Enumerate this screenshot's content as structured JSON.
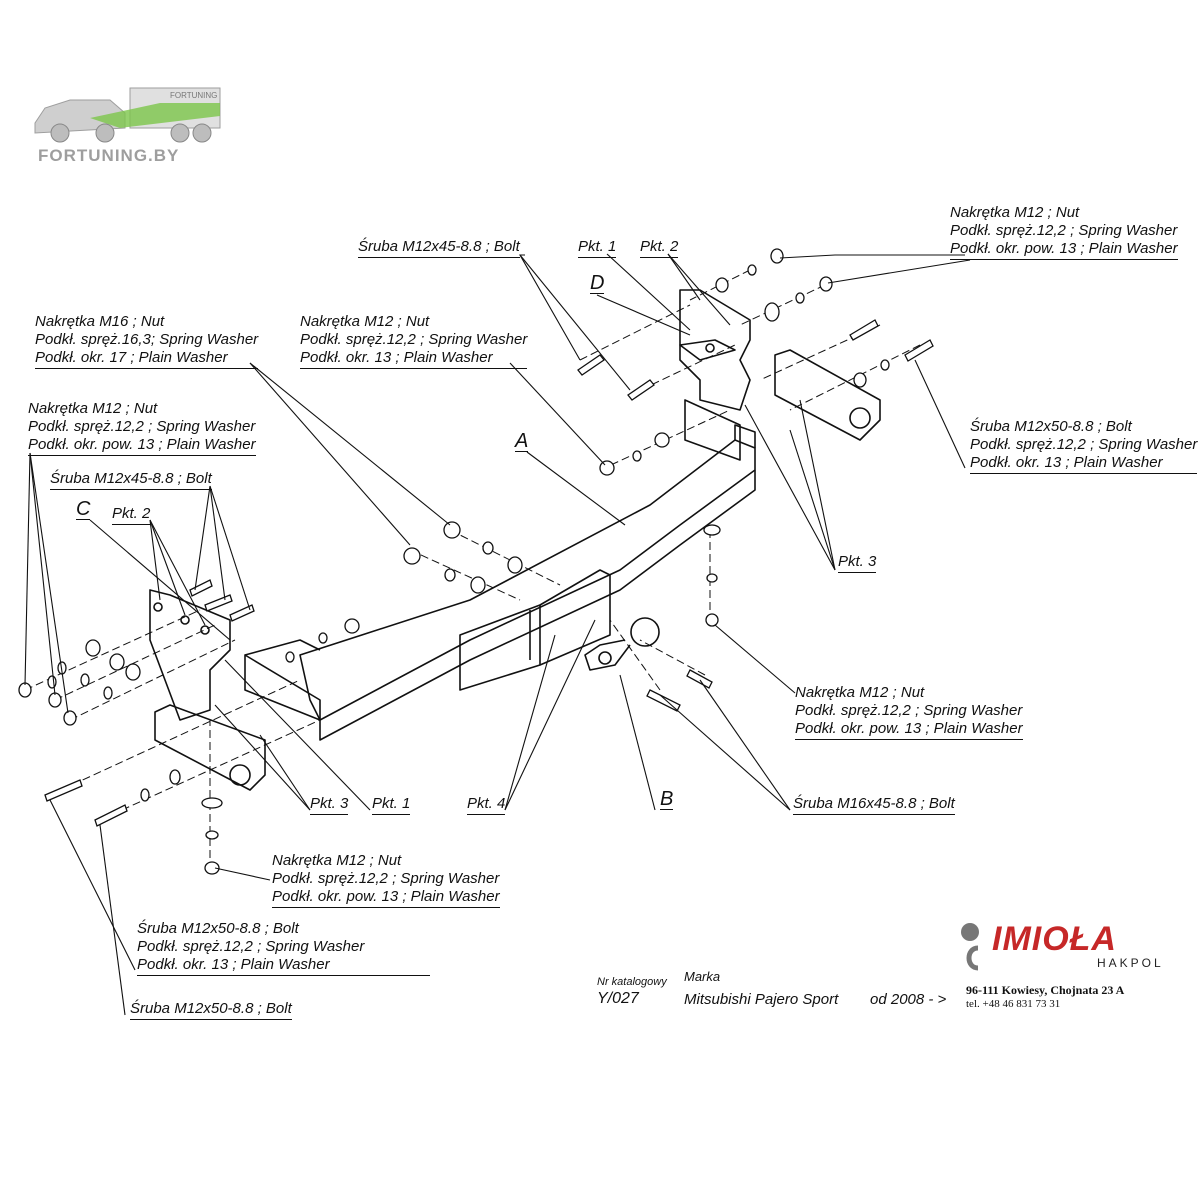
{
  "watermark": {
    "brand": "FORTUNING.BY",
    "truck_sign": "FORTUNING"
  },
  "callouts": {
    "nut_m12_top_right": [
      "Nakrętka  M12 ; Nut",
      "Podkł. spręż.12,2 ; Spring Washer",
      "Podkł. okr. pow. 13 ; Plain Washer"
    ],
    "bolt_m12x45_top": [
      "Śruba M12x45-8.8 ;  Bolt"
    ],
    "pkt1_top": "Pkt. 1",
    "pkt2_top": "Pkt. 2",
    "letter_d": "D",
    "nut_m16": [
      "Nakrętka  M16 ; Nut",
      "Podkł. spręż.16,3; Spring Washer",
      "Podkł. okr. 17 ; Plain Washer"
    ],
    "nut_m12_center": [
      "Nakrętka  M12 ; Nut",
      "Podkł. spręż.12,2 ; Spring Washer",
      "Podkł. okr. 13 ; Plain Washer"
    ],
    "nut_m12_left": [
      "Nakrętka  M12 ; Nut",
      "Podkł. spręż.12,2 ; Spring Washer",
      "Podkł. okr. pow. 13 ; Plain Washer"
    ],
    "bolt_m12x45_left": [
      "Śruba M12x45-8.8 ;  Bolt"
    ],
    "letter_c": "C",
    "pkt2_left": "Pkt. 2",
    "letter_a": "A",
    "bolt_m12x50_right": [
      "Śruba M12x50-8.8 ;  Bolt",
      "Podkł. spręż.12,2 ; Spring Washer",
      "Podkł. okr. 13 ; Plain Washer"
    ],
    "pkt3_right": "Pkt. 3",
    "nut_m12_right_mid": [
      "Nakrętka  M12 ; Nut",
      "Podkł. spręż.12,2 ; Spring Washer",
      "Podkł. okr. pow. 13 ; Plain Washer"
    ],
    "pkt3_bottom": "Pkt. 3",
    "pkt1_bottom": "Pkt. 1",
    "pkt4": "Pkt. 4",
    "letter_b": "B",
    "bolt_m16x45": [
      "Śruba M16x45-8.8 ;  Bolt"
    ],
    "nut_m12_bottom": [
      "Nakrętka  M12 ; Nut",
      "Podkł. spręż.12,2 ; Spring Washer",
      "Podkł. okr. pow. 13 ; Plain Washer"
    ],
    "bolt_m12x50_bottom": [
      "Śruba M12x50-8.8 ;  Bolt",
      "Podkł. spręż.12,2 ; Spring Washer",
      "Podkł. okr. 13 ; Plain Washer"
    ],
    "bolt_m12x50_footer": [
      "Śruba M12x50-8.8 ;  Bolt"
    ]
  },
  "title_block": {
    "catalog_label": "Nr katalogowy",
    "catalog_number": "Y/027",
    "make_label": "Marka",
    "make_value": "Mitsubishi Pajero Sport",
    "year": "od  2008 - >"
  },
  "brand": {
    "logo_text": "IMIOŁA",
    "sub": "HAKPOL",
    "address": "96-111 Kowiesy, Chojnata 23 A",
    "phone": "tel. +48 46 831 73 31"
  },
  "colors": {
    "brand_red": "#c62828",
    "line": "#111111"
  }
}
